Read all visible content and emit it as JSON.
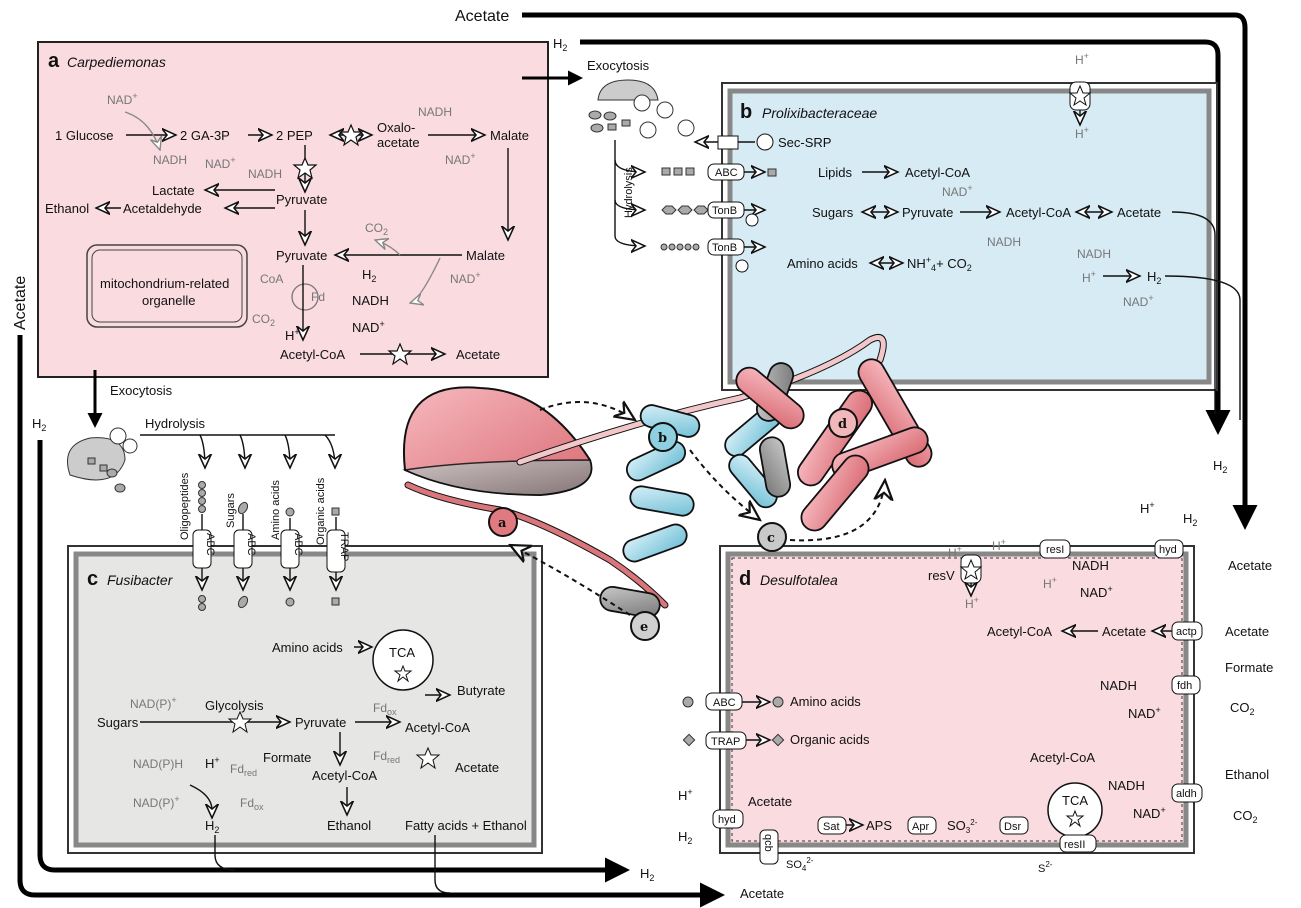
{
  "panels": {
    "a": {
      "letter": "a",
      "name": "Carpediemonas",
      "bg": "#f9dbe0",
      "labels": {
        "nad_plus_1": "NAD",
        "glucose": "1 Glucose",
        "ga3p": "2 GA-3P",
        "pep": "2 PEP",
        "oxaloacetate_1": "Oxalo-",
        "oxaloacetate_2": "acetate",
        "nadh_1": "NADH",
        "malate_1": "Malate",
        "nadh_2": "NADH",
        "nad_plus_2": "NAD",
        "nadh_3": "NADH",
        "nad_plus_3": "NAD",
        "lactate": "Lactate",
        "ethanol": "Ethanol",
        "acetaldehyde": "Acetaldehyde",
        "pyruvate_1": "Pyruvate",
        "pyruvate_2": "Pyruvate",
        "malate_2": "Malate",
        "co2_1": "CO",
        "nad_plus_4": "NAD",
        "coa": "CoA",
        "fd": "Fd",
        "h2": "H",
        "nadh_4": "NADH",
        "co2_2": "CO",
        "nad_plus_5": "NAD",
        "hplus": "H",
        "acetylcoa": "Acetyl-CoA",
        "acetate": "Acetate",
        "mro_1": "mitochondrium-related",
        "mro_2": "organelle",
        "exocytosis": "Exocytosis",
        "sup_plus": "+",
        "sub_2": "2"
      }
    },
    "b": {
      "letter": "b",
      "name": "Prolixibacteraceae",
      "bg": "#d6ebf3",
      "labels": {
        "exocytosis": "Exocytosis",
        "hydrolysis": "Hydrolysis",
        "secsrp": "Sec-SRP",
        "abc": "ABC",
        "tonb_1": "TonB",
        "tonb_2": "TonB",
        "lipids": "Lipids",
        "acetylcoa_1": "Acetyl-CoA",
        "sugars": "Sugars",
        "pyruvate": "Pyruvate",
        "acetylcoa_2": "Acetyl-CoA",
        "acetate": "Acetate",
        "nad_plus": "NAD",
        "nadh": "NADH",
        "aminoacids": "Amino acids",
        "nh4": "NH",
        "co2": "+ CO",
        "nadh_2": "NADH",
        "hplus": "H",
        "h2": "H",
        "nad_plus_2": "NAD",
        "hplus_top": "H",
        "hplus_bottom": "H",
        "sub_4": "4"
      }
    },
    "c": {
      "letter": "c",
      "name": "Fusibacter",
      "bg": "#e6e6e4",
      "labels": {
        "hydrolysis": "Hydrolysis",
        "oligopeptides": "Oligopeptides",
        "sugars_v": "Sugars",
        "aminoacids_v": "Amino acids",
        "organicacids_v": "Organic acids",
        "abc_1": "ABC",
        "abc_2": "ABC",
        "abc_3": "ABC",
        "trap": "TRAP",
        "aminoacids": "Amino acids",
        "tca": "TCA",
        "butyrate": "Butyrate",
        "naddp_plus": "NAD(P)",
        "glycolysis": "Glycolysis",
        "sugars": "Sugars",
        "pyruvate": "Pyruvate",
        "fdox_1": "Fd",
        "acetylcoa_1": "Acetyl-CoA",
        "naddp_h": "NAD(P)H",
        "formate": "Formate",
        "fdred_1": "Fd",
        "acetate": "Acetate",
        "acetylcoa_2": "Acetyl-CoA",
        "hplus": "H",
        "fdred_2": "Fd",
        "naddp_plus_2": "NAD(P)",
        "fdox_2": "Fd",
        "h2": "H",
        "ethanol": "Ethanol",
        "fattyacids": "Fatty acids + Ethanol",
        "sub_ox": "ox",
        "sub_red": "red"
      }
    },
    "d": {
      "letter": "d",
      "name": "Desulfotalea",
      "bg": "#f9dbe0",
      "labels": {
        "resV": "resV",
        "resI": "resI",
        "nadh_1": "NADH",
        "nad_plus_1": "NAD",
        "hyd_1": "hyd",
        "hplus": "H",
        "h2": "H",
        "acetylcoa_1": "Acetyl-CoA",
        "acetate_1": "Acetate",
        "actp": "actp",
        "acetate_2": "Acetate",
        "formate": "Formate",
        "nadh_2": "NADH",
        "fdh": "fdh",
        "nad_plus_2": "NAD",
        "co2_1": "CO",
        "abc": "ABC",
        "aminoacids": "Amino acids",
        "trap": "TRAP",
        "organicacids": "Organic acids",
        "acetylcoa_2": "Acetyl-CoA",
        "ethanol": "Ethanol",
        "nadh_3": "NADH",
        "aldh": "aldh",
        "nad_plus_3": "NAD",
        "co2_2": "CO",
        "hyd_2": "hyd",
        "acetate_3": "Acetate",
        "sat": "Sat",
        "aps": "APS",
        "apr": "Apr",
        "so3": "SO",
        "dsr": "Dsr",
        "tca": "TCA",
        "resII": "resII",
        "qcb": "qcb",
        "so4": "SO",
        "s2": "S",
        "sup_2m": "2-"
      }
    }
  },
  "outside": {
    "acetate_top": "Acetate",
    "h2_top": "H",
    "acetate_left": "Acetate",
    "h2_left": "H",
    "h2_right": "H",
    "acetate_right": "Acetate",
    "h2_bottom": "H",
    "acetate_bottom": "Acetate"
  },
  "cells": {
    "a": "a",
    "b": "b",
    "c": "c",
    "d": "d",
    "e": "e"
  },
  "colors": {
    "pink": "#f9dbe0",
    "blue": "#d6ebf3",
    "grey": "#e6e6e4",
    "cell_red": "#e07a80",
    "cell_blue": "#8ecfe0",
    "cell_grey": "#8c8c8c"
  }
}
